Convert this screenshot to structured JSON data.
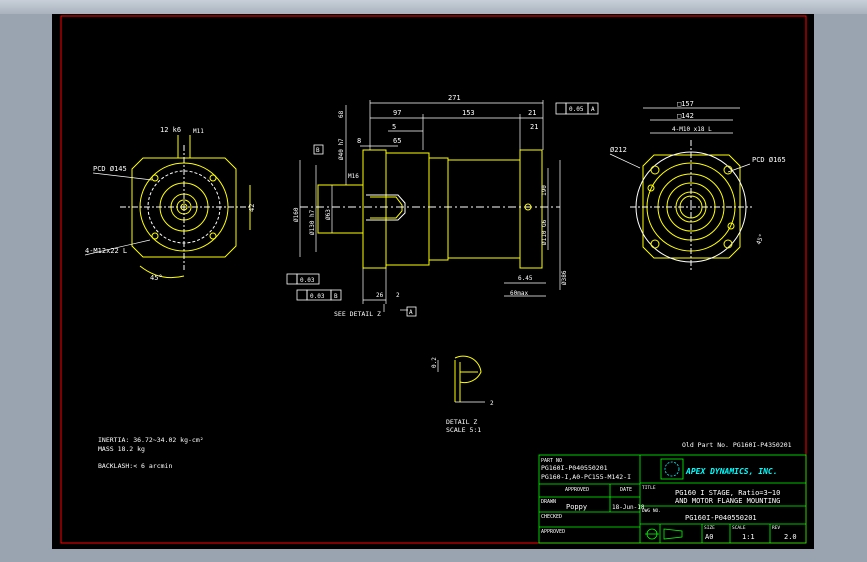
{
  "drawing": {
    "front_left": {
      "pcd": "PCD Ø145",
      "holes": "4-M12x22 L",
      "angle": "45°",
      "top_dim": "12 k6",
      "top_dim2": "M11",
      "side_dim": "42"
    },
    "section": {
      "overall": "271",
      "d97": "97",
      "d153": "153",
      "d21a": "21",
      "d5": "5",
      "d21b": "21",
      "d65": "65",
      "d8": "8",
      "m16": "M16",
      "d40": "Ø40 h7",
      "d40b": "68",
      "d160": "Ø160",
      "d130": "Ø130 h7",
      "d63": "Ø63",
      "d110": "Ø110 G6",
      "d110b": "190",
      "d6": "6.45",
      "d60": "60max",
      "d26": "26",
      "d2": "2",
      "d386": "Ø386",
      "tol1": "0.03",
      "tol2": "0.03",
      "tol3": "0.05",
      "datum_a": "A",
      "datum_b": "B",
      "see_detail": "SEE DETAIL Z"
    },
    "front_right": {
      "sq157": "□157",
      "sq142": "□142",
      "holes": "4-M10 x18 L",
      "d212": "Ø212",
      "pcd": "PCD Ø165",
      "angle": "45°"
    },
    "detail": {
      "d02": "0.2",
      "d2": "2",
      "label": "DETAIL Z",
      "scale": "SCALE 5:1"
    },
    "notes": {
      "inertia": "INERTIA: 36.72~34.02 kg-cm²",
      "mass": "MASS 18.2 kg",
      "backlash": "BACKLASH:< 6 arcmin"
    },
    "old_part": "Old Part No. PG160I-P4350201"
  },
  "title_block": {
    "part_no_label": "PART NO",
    "part_no_1": "PG160I-P040550201",
    "part_no_2": "PG160-I,A0-PC155-M142-I",
    "approved_label": "APPROVED",
    "date_label": "DATE",
    "drawn_label": "DRAWN",
    "drawn_by": "Poppy",
    "date": "18-Jun-18",
    "checked_label": "CHECKED",
    "approved2_label": "APPROVED",
    "company": "APEX DYNAMICS, INC.",
    "title_label": "TITLE",
    "title_line1": "PG160 I STAGE, Ratio=3~10",
    "title_line2": "AND MOTOR FLANGE MOUNTING",
    "dwg_label": "DWG NO.",
    "dwg_no": "PG160I-P040550201",
    "size_label": "SIZE",
    "size": "A0",
    "scale_label": "SCALE",
    "scale": "1:1",
    "rev_label": "REV",
    "rev": "2.0"
  },
  "colors": {
    "background": "#000000",
    "frame": "#ff0000",
    "geometry": "#ffff00",
    "text": "#ffffff",
    "title_block": "#00ff00"
  }
}
